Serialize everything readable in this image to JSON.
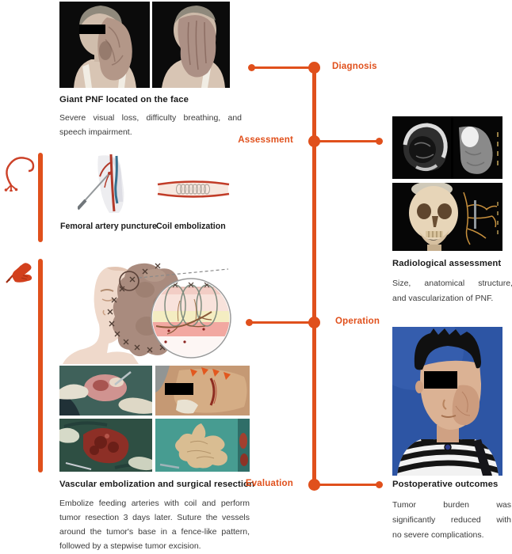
{
  "colors": {
    "accent": "#E0501C",
    "title": "#1B1B1B",
    "body": "#3A3A3A"
  },
  "timeline": {
    "stages": [
      {
        "label": "Diagnosis"
      },
      {
        "label": "Assessment"
      },
      {
        "label": "Operation"
      },
      {
        "label": "Evaluation"
      }
    ]
  },
  "diagnosis": {
    "title": "Giant PNF located on the face",
    "body_lines": [
      "Severe visual loss, difficulty breathing, and",
      "speech impairment."
    ]
  },
  "procedures": {
    "captions": [
      "Femoral artery puncture",
      "Coil embolization"
    ]
  },
  "radiology": {
    "title": "Radiological assessment",
    "body_lines": [
      "Size, anatomical structure,",
      "and vascularization of PNF."
    ]
  },
  "operation": {
    "title": "Vascular embolization and surgical resection",
    "body_lines": [
      "Embolize feeding arteries with coil and perform",
      "tumor resection 3 days later. Suture the vessels",
      "around the tumor's base in a fence-like pattern,",
      "followed by a stepwise tumor excision."
    ]
  },
  "postop": {
    "title": "Postoperative outcomes",
    "body_lines": [
      "Tumor burden was",
      "significantly reduced with",
      "no severe complications."
    ]
  },
  "icons": {
    "catheter": "catheter-icon",
    "scalpel_hand": "scalpel-hand-icon"
  }
}
